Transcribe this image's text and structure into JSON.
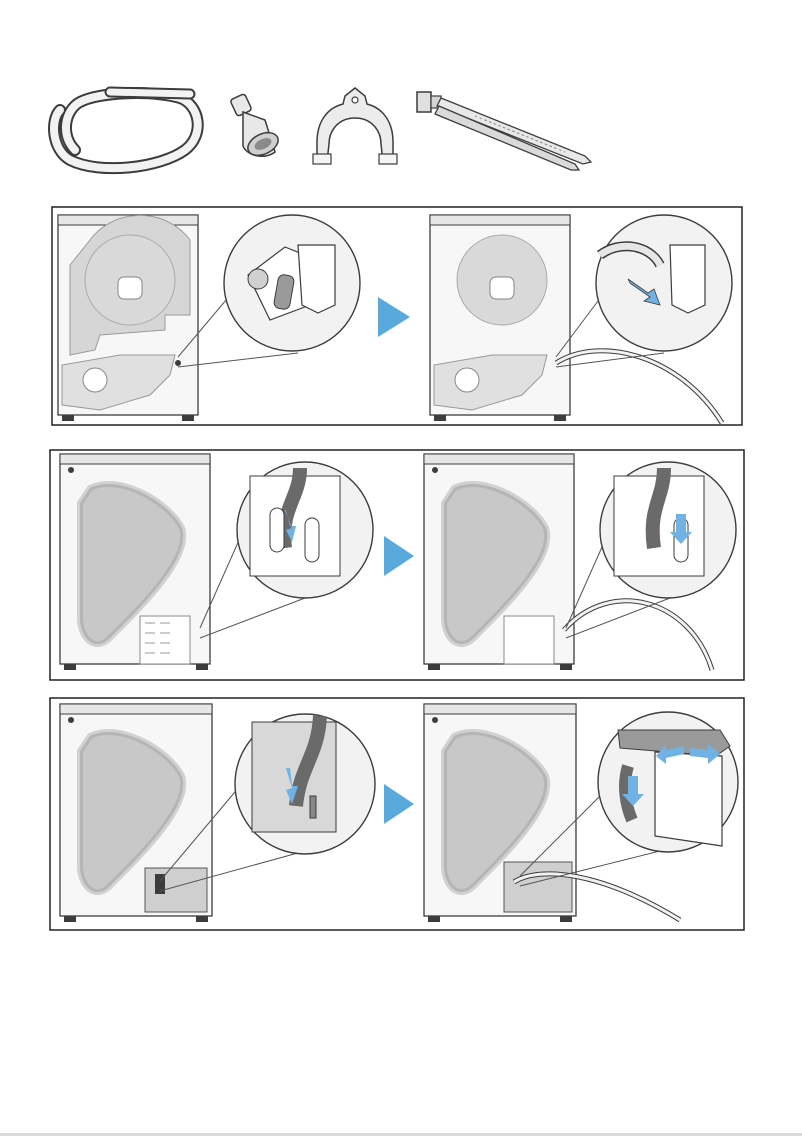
{
  "page": {
    "background": "#ffffff"
  },
  "accessories": [
    {
      "icon": "drain-hose-coil-icon"
    },
    {
      "icon": "hose-funnel-adapter-icon"
    },
    {
      "icon": "hose-clip-bracket-icon"
    },
    {
      "icon": "cable-tie-icon"
    }
  ],
  "panels": [
    {
      "id": "panel-1",
      "model": "rear-condensate-outlet",
      "step_arrow": "step-arrow-icon"
    },
    {
      "id": "panel-2",
      "model": "heat-exchanger-drain",
      "step_arrow": "step-arrow-icon"
    },
    {
      "id": "panel-3",
      "model": "bottom-tray-drain",
      "step_arrow": "step-arrow-icon"
    }
  ],
  "colors": {
    "arrow": "#5aa9dc",
    "outline": "#3c3c3c",
    "fill_light": "#f2f2f2",
    "fill_mid": "#cfcfcf",
    "fill_dark": "#8a8a8a",
    "hose": "#e6e6e6",
    "blue_arrow": "#6fb2e3"
  }
}
